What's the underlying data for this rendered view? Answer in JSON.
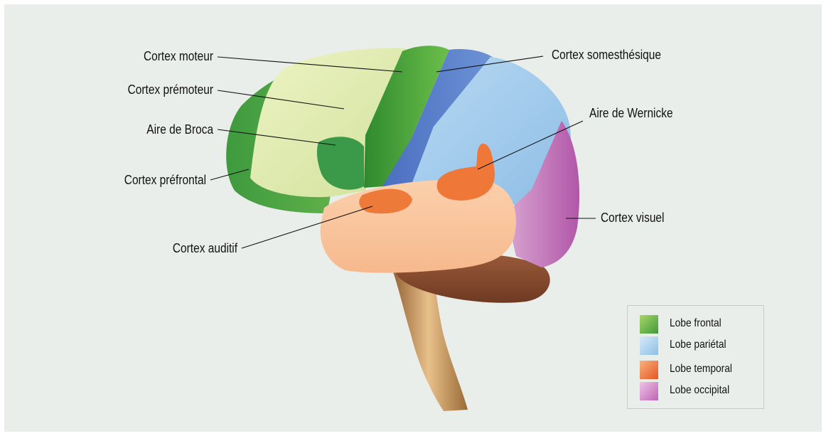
{
  "labels": {
    "motor": "Cortex moteur",
    "premotor": "Cortex prémoteur",
    "broca": "Aire de Broca",
    "prefrontal": "Cortex préfrontal",
    "auditory": "Cortex auditif",
    "somatosensory": "Cortex somesthésique",
    "wernicke": "Aire de Wernicke",
    "visual": "Cortex visuel"
  },
  "legend": [
    {
      "label": "Lobe frontal",
      "color": "#5fae3c"
    },
    {
      "label": "Lobe pariétal",
      "color": "#a9cdeb"
    },
    {
      "label": "Lobe temporal",
      "color": "#ee7a3a"
    },
    {
      "label": "Lobe occipital",
      "color": "#cf87c2"
    }
  ]
}
